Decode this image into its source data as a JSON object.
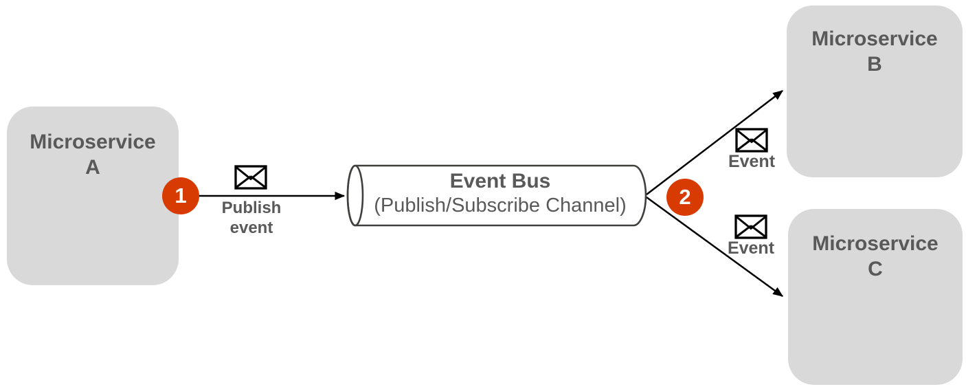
{
  "nodes": {
    "microservice_a": {
      "line1": "Microservice",
      "line2": "A"
    },
    "microservice_b": {
      "line1": "Microservice",
      "line2": "B"
    },
    "microservice_c": {
      "line1": "Microservice",
      "line2": "C"
    },
    "event_bus": {
      "title": "Event Bus",
      "subtitle": "(Publish/Subscribe Channel)"
    }
  },
  "badges": {
    "step1": "1",
    "step2": "2"
  },
  "labels": {
    "publish_event": {
      "line1": "Publish",
      "line2": "event"
    },
    "event_to_b": "Event",
    "event_to_c": "Event"
  },
  "icons": {
    "message_icon": "envelope-icon"
  },
  "colors": {
    "node_fill": "#D9D9D9",
    "node_text": "#595959",
    "badge_fill": "#D83B01",
    "badge_text": "#FFFFFF",
    "connector": "#000000",
    "cylinder_stroke": "#3F3F3C",
    "background": "#FFFFFF"
  }
}
